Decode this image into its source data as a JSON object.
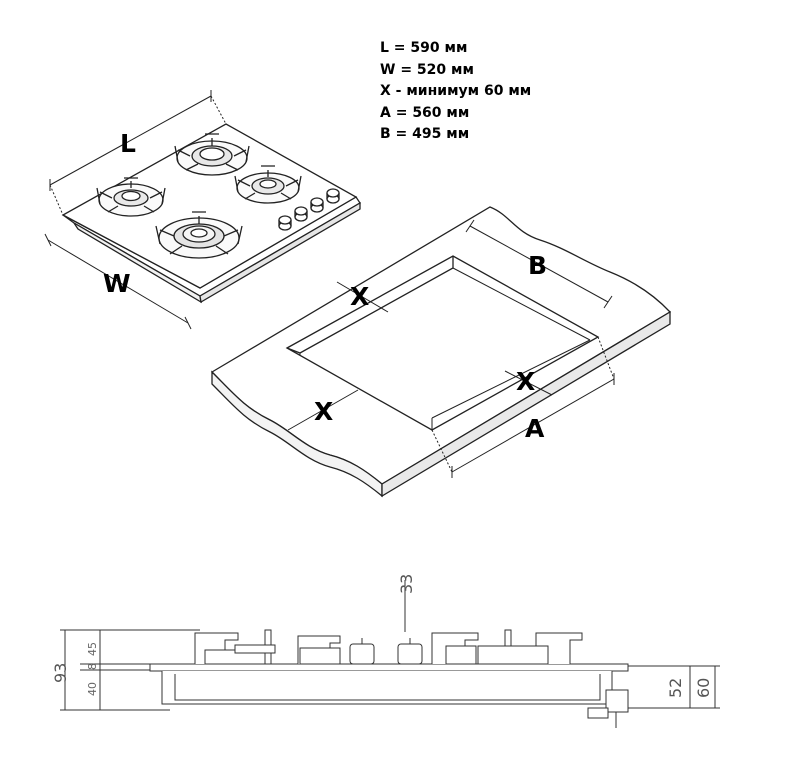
{
  "specs": [
    "L = 590 мм",
    "W = 520 мм",
    "X - минимум 60 мм",
    "A = 560 мм",
    "B = 495 мм"
  ],
  "labels": {
    "L": "L",
    "W": "W",
    "B": "B",
    "A": "A",
    "X1": "X",
    "X2": "X",
    "X3": "X"
  },
  "side_dims": {
    "top": "33",
    "total_height": "93",
    "upper": "45",
    "glass": "8",
    "lower": "40",
    "body_52": "52",
    "body_60": "60"
  }
}
